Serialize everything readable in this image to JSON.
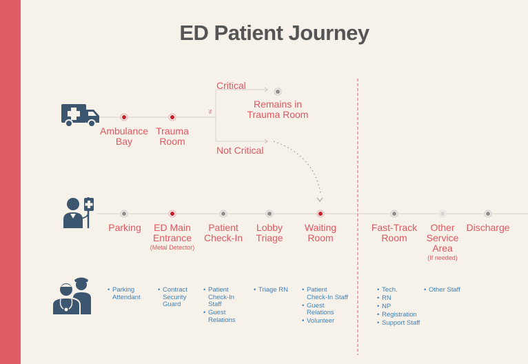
{
  "title": "ED Patient Journey",
  "colors": {
    "accent": "#df5761",
    "sidebar": "#e05c64",
    "background": "#f6f1e9",
    "icon": "#3d5670",
    "staff_text": "#3e7fb8",
    "title": "#555555"
  },
  "icons": {
    "ambulance": "ambulance-icon",
    "patient": "patient-with-iv-icon",
    "staff": "medical-staff-icon"
  },
  "ambulance_track": {
    "stations": [
      {
        "name": "Ambulance\nBay"
      },
      {
        "name": "Trauma\nRoom"
      }
    ],
    "if_label": "if",
    "critical": {
      "label": "Critical",
      "outcome": "Remains in\nTrauma Room"
    },
    "not_critical": {
      "label": "Not Critical"
    }
  },
  "patient_track": {
    "stations": [
      {
        "name": "Parking",
        "sub": ""
      },
      {
        "name": "ED Main\nEntrance",
        "sub": "(Metal Detector)"
      },
      {
        "name": "Patient\nCheck-In",
        "sub": ""
      },
      {
        "name": "Lobby\nTriage",
        "sub": ""
      },
      {
        "name": "Waiting\nRoom",
        "sub": ""
      },
      {
        "name": "Fast-Track\nRoom",
        "sub": ""
      },
      {
        "name": "Other\nService\nArea",
        "sub": "(If needed)"
      },
      {
        "name": "Discharge",
        "sub": ""
      }
    ]
  },
  "staff": [
    [
      "Parking\nAttendant"
    ],
    [
      "Contract\nSecurity\nGuard"
    ],
    [
      "Patient\nCheck-In\nStaff",
      "Guest\nRelations"
    ],
    [
      "Triage RN"
    ],
    [
      "Patient\nCheck-In Staff",
      "Guest\nRelations",
      "Volunteer"
    ],
    [
      "Tech.",
      "RN",
      "NP",
      "Registration",
      "Support Staff"
    ],
    [
      "Other Staff"
    ]
  ]
}
